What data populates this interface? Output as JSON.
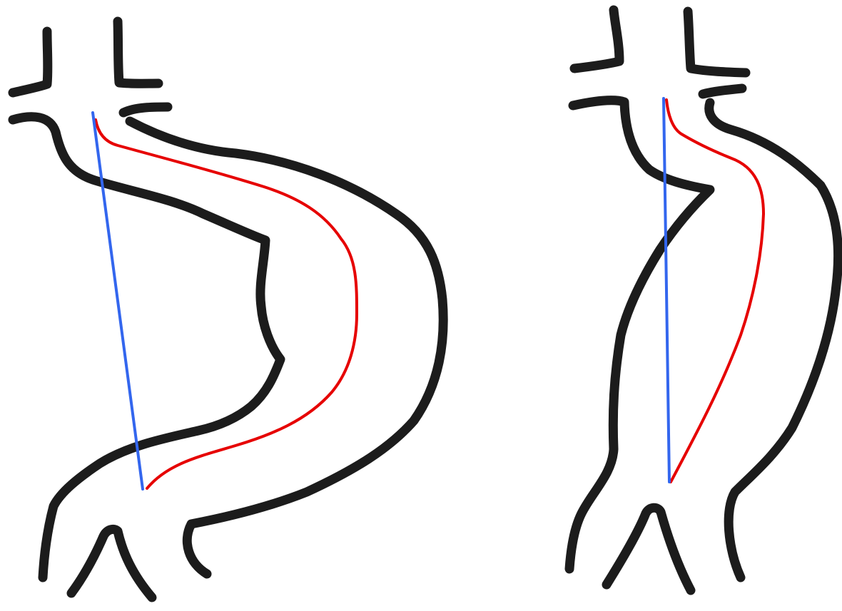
{
  "colors": {
    "background": "#ffffff",
    "outline": "#1c1c1c",
    "centerline": "#e60000",
    "straight_line": "#3366ee"
  },
  "diagrams": [
    {
      "id": "left",
      "shape": "tortuous vessel"
    },
    {
      "id": "right",
      "shape": "straighter vessel"
    }
  ]
}
